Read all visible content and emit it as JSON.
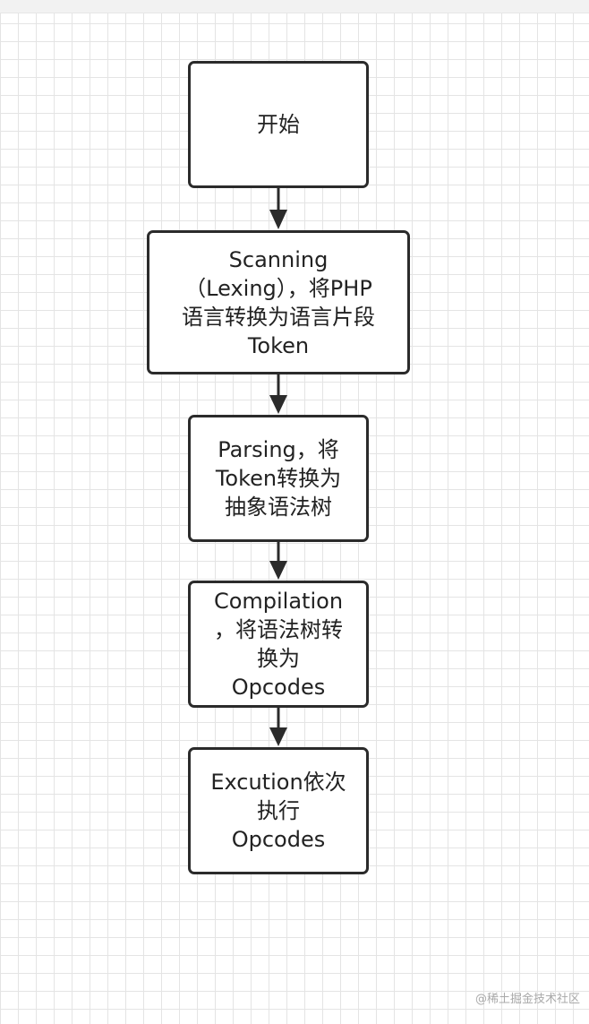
{
  "nodes": {
    "start": {
      "label": "开始"
    },
    "scanning": {
      "label": "Scanning\n（Lexing），将PHP\n语言转换为语言片段\nToken"
    },
    "parsing": {
      "label": "Parsing，将\nToken转换为\n抽象语法树"
    },
    "compilation": {
      "label": "Compilation\n，将语法树转\n换为\nOpcodes"
    },
    "execution": {
      "label": "Excution依次\n执行\nOpcodes"
    }
  },
  "edges": [
    {
      "from": "start",
      "to": "scanning"
    },
    {
      "from": "scanning",
      "to": "parsing"
    },
    {
      "from": "parsing",
      "to": "compilation"
    },
    {
      "from": "compilation",
      "to": "execution"
    }
  ],
  "watermark": "@稀土掘金技术社区",
  "colors": {
    "stroke": "#2b2b2b",
    "grid": "#e4e4e4",
    "text": "#222222",
    "watermark": "#a9a9a9"
  }
}
